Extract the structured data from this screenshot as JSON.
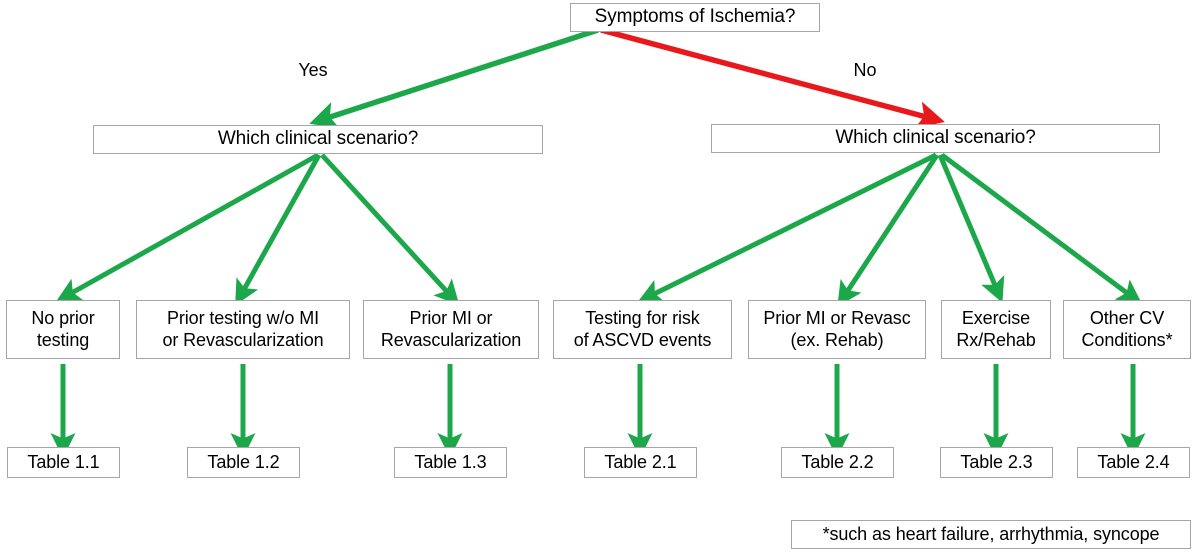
{
  "diagram": {
    "title_node": {
      "id": "symptoms-of-ischemia",
      "label": "Symptoms of Ischemia?"
    },
    "edge_labels": [
      {
        "id": "yes",
        "label": "Yes"
      },
      {
        "id": "no",
        "label": "No"
      }
    ],
    "level2": [
      {
        "id": "which-clinical-scenario-left",
        "label": "Which clinical scenario?"
      },
      {
        "id": "which-clinical-scenario-right",
        "label": "Which clinical scenario?"
      }
    ],
    "level3": [
      {
        "id": "no-prior-testing",
        "label": "No prior\ntesting"
      },
      {
        "id": "prior-testing-wo-mi-or-revascularization",
        "label": "Prior testing w/o MI\nor Revascularization"
      },
      {
        "id": "prior-mi-or-revascularization",
        "label": "Prior MI or\nRevascularization"
      },
      {
        "id": "testing-for-risk-of-ascvd-events",
        "label": "Testing for risk\nof ASCVD events"
      },
      {
        "id": "prior-mi-or-revasc-ex-rehab",
        "label": "Prior MI or Revasc\n(ex. Rehab)"
      },
      {
        "id": "exercise-rx-rehab",
        "label": "Exercise\nRx/Rehab"
      },
      {
        "id": "other-cv-conditions",
        "label": "Other CV\nConditions*"
      }
    ],
    "level4": [
      {
        "id": "table-1-1",
        "label": "Table 1.1"
      },
      {
        "id": "table-1-2",
        "label": "Table 1.2"
      },
      {
        "id": "table-1-3",
        "label": "Table 1.3"
      },
      {
        "id": "table-2-1",
        "label": "Table 2.1"
      },
      {
        "id": "table-2-2",
        "label": "Table 2.2"
      },
      {
        "id": "table-2-3",
        "label": "Table 2.3"
      },
      {
        "id": "table-2-4",
        "label": "Table 2.4"
      }
    ],
    "footnote": {
      "id": "footnote-other-cv-conditions",
      "label": "*such as heart failure, arrhythmia, syncope"
    },
    "colors": {
      "arrow_yes": "#1CA84A",
      "arrow_no": "#E8181C",
      "box_border": "#a6a6a6",
      "text": "#000000",
      "background": "#ffffff"
    }
  }
}
